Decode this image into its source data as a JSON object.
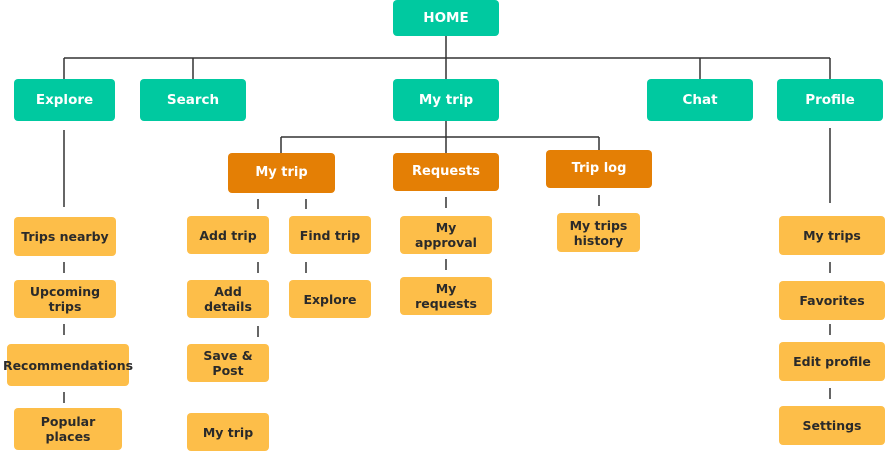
{
  "root": {
    "label": "HOME"
  },
  "sections": {
    "explore": {
      "label": "Explore",
      "items": [
        "Trips nearby",
        "Upcoming trips",
        "Recommendations",
        "Popular places"
      ]
    },
    "search": {
      "label": "Search"
    },
    "mytrip": {
      "label": "My trip",
      "branches": {
        "mytrip": {
          "label": "My trip",
          "add": [
            "Add trip",
            "Add details",
            "Save & Post",
            "My trip"
          ],
          "find": [
            "Find trip",
            "Explore"
          ]
        },
        "requests": {
          "label": "Requests",
          "items": [
            "My approval",
            "My requests"
          ]
        },
        "triplog": {
          "label": "Trip log",
          "items": [
            "My trips history"
          ]
        }
      }
    },
    "chat": {
      "label": "Chat"
    },
    "profile": {
      "label": "Profile",
      "items": [
        "My trips",
        "Favorites",
        "Edit profile",
        "Settings"
      ]
    }
  },
  "colors": {
    "level1": "#00c9a0",
    "level2": "#e47f05",
    "level3": "#fdbe49",
    "connector": "#333333"
  }
}
